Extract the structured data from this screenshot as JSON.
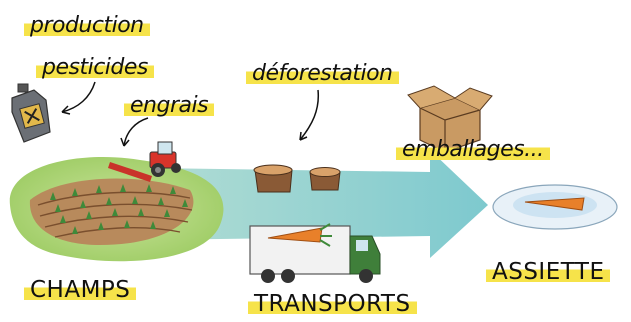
{
  "labels": {
    "production": "production",
    "pesticides": "pesticides",
    "engrais": "engrais",
    "deforestation": "déforestation",
    "emballages": "emballages...",
    "champs": "CHAMPS",
    "transports": "TRANSPORTS",
    "assiette": "ASSIETTE"
  },
  "icons": {
    "pesticide_can": "pesticide-can-icon",
    "tractor": "tractor-icon",
    "field": "field-icon",
    "stumps": "tree-stumps-icon",
    "boxes": "cardboard-box-icon",
    "truck": "truck-icon",
    "plate": "plate-icon",
    "carrot": "carrot-icon"
  },
  "colors": {
    "highlight": "#f6e34a",
    "arrow": "#8ed1cf",
    "field_green": "#a9d16c",
    "soil": "#b07a4e",
    "tractor_red": "#d9342b",
    "truck_green": "#3f7f3a",
    "carrot": "#e8802a",
    "plate": "#cde3f2"
  }
}
